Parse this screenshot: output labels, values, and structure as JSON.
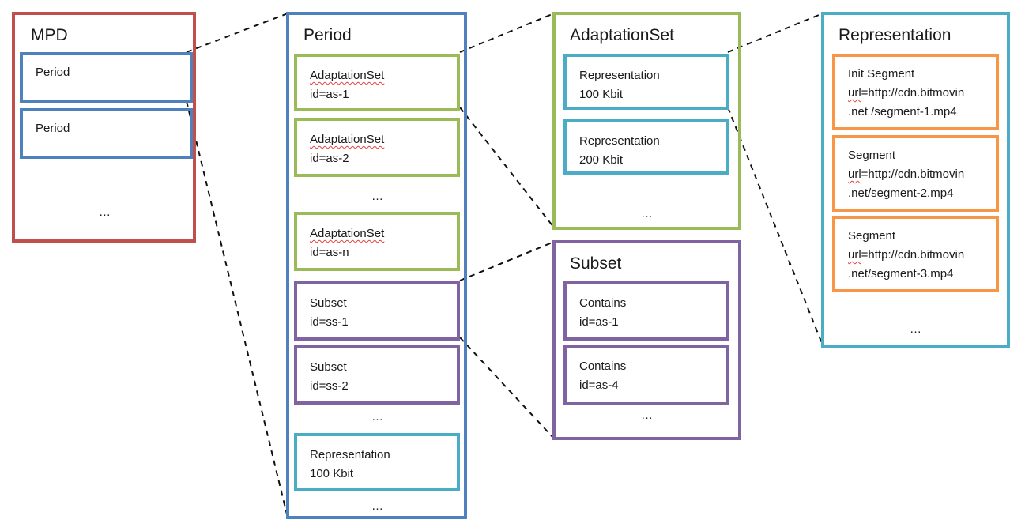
{
  "colors": {
    "mpd": "#c0504d",
    "period": "#4f81bd",
    "adaptation_set": "#9bbb59",
    "subset": "#8064a2",
    "representation": "#4bacc6",
    "segment": "#f79646"
  },
  "mpd": {
    "title": "MPD",
    "periods": [
      "Period",
      "Period"
    ],
    "more": "…"
  },
  "period": {
    "title": "Period",
    "items": [
      {
        "line1": "AdaptationSet",
        "line2": "id=as-1"
      },
      {
        "line1": "AdaptationSet",
        "line2": "id=as-2"
      },
      {
        "line1": "AdaptationSet",
        "line2": "id=as-n"
      },
      {
        "line1": "Subset",
        "line2": "id=ss-1"
      },
      {
        "line1": "Subset",
        "line2": "id=ss-2"
      },
      {
        "line1": "Representation",
        "line2": "100 Kbit"
      }
    ],
    "more": "…"
  },
  "adaptation_set": {
    "title": "AdaptationSet",
    "items": [
      {
        "line1": "Representation",
        "line2": "100 Kbit"
      },
      {
        "line1": "Representation",
        "line2": "200 Kbit"
      }
    ],
    "more": "…"
  },
  "subset": {
    "title": "Subset",
    "items": [
      {
        "line1": "Contains",
        "line2": "id=as-1"
      },
      {
        "line1": "Contains",
        "line2": "id=as-4"
      }
    ],
    "more": "…"
  },
  "representation": {
    "title": "Representation",
    "segments": [
      {
        "line1": "Init Segment",
        "line2_prefix": "url",
        "line2_rest": "=http://cdn.bitmovin",
        "line3": ".net /segment-1.mp4"
      },
      {
        "line1": "Segment",
        "line2_prefix": "url",
        "line2_rest": "=http://cdn.bitmovin",
        "line3": ".net/segment-2.mp4"
      },
      {
        "line1": "Segment",
        "line2_prefix": "url",
        "line2_rest": "=http://cdn.bitmovin",
        "line3": ".net/segment-3.mp4"
      }
    ],
    "more": "…"
  }
}
